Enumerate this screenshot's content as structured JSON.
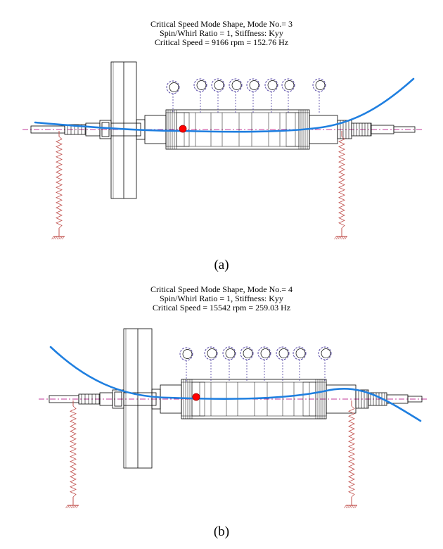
{
  "figures": [
    {
      "caption": "(a)",
      "title_lines": [
        "Critical Speed Mode Shape, Mode No.= 3",
        "Spin/Whirl Ratio = 1, Stiffness: Kyy",
        "Critical Speed = 9166 rpm = 152.76 Hz"
      ],
      "mode_no": 3,
      "critical_speed_rpm": 9166,
      "critical_speed_hz": 152.76
    },
    {
      "caption": "(b)",
      "title_lines": [
        "Critical Speed Mode Shape, Mode No.= 4",
        "Spin/Whirl Ratio = 1, Stiffness: Kyy",
        "Critical Speed = 15542 rpm = 259.03 Hz"
      ],
      "mode_no": 4,
      "critical_speed_rpm": 15542,
      "critical_speed_hz": 259.03
    }
  ],
  "colors": {
    "mode_shape": "#1f7fe0",
    "centerline": "#c0389a",
    "spring": "#c0504d",
    "disk_marker": "#ff0000",
    "disk_circle": "#4a3aa0",
    "rotor_outline": "#000000"
  }
}
